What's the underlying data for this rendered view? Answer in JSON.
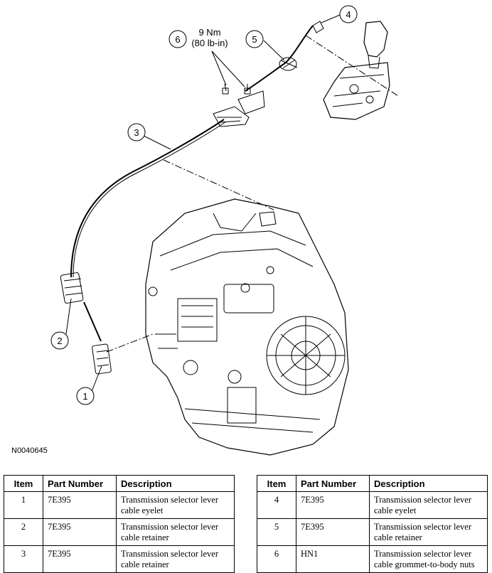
{
  "figure": {
    "callouts": [
      {
        "number": "1"
      },
      {
        "number": "2"
      },
      {
        "number": "3"
      },
      {
        "number": "4"
      },
      {
        "number": "5"
      },
      {
        "number": "6"
      }
    ],
    "torque_line1": "9 Nm",
    "torque_line2": "(80 lb-in)",
    "figure_id": "N0040645"
  },
  "table": {
    "headers": {
      "item": "Item",
      "part_number": "Part Number",
      "description": "Description"
    },
    "left_rows": [
      {
        "item": "1",
        "part_number": "7E395",
        "desc1": "Transmission selector lever",
        "desc2": "cable eyelet"
      },
      {
        "item": "2",
        "part_number": "7E395",
        "desc1": "Transmission selector lever",
        "desc2": "cable retainer"
      },
      {
        "item": "3",
        "part_number": "7E395",
        "desc1": "Transmission selector lever",
        "desc2": "cable retainer"
      }
    ],
    "right_rows": [
      {
        "item": "4",
        "part_number": "7E395",
        "desc1": "Transmission selector lever",
        "desc2": "cable eyelet"
      },
      {
        "item": "5",
        "part_number": "7E395",
        "desc1": "Transmission selector lever",
        "desc2": "cable retainer"
      },
      {
        "item": "6",
        "part_number": "HN1",
        "desc1": "Transmission selector lever",
        "desc2": "cable grommet-to-body nuts"
      }
    ]
  }
}
